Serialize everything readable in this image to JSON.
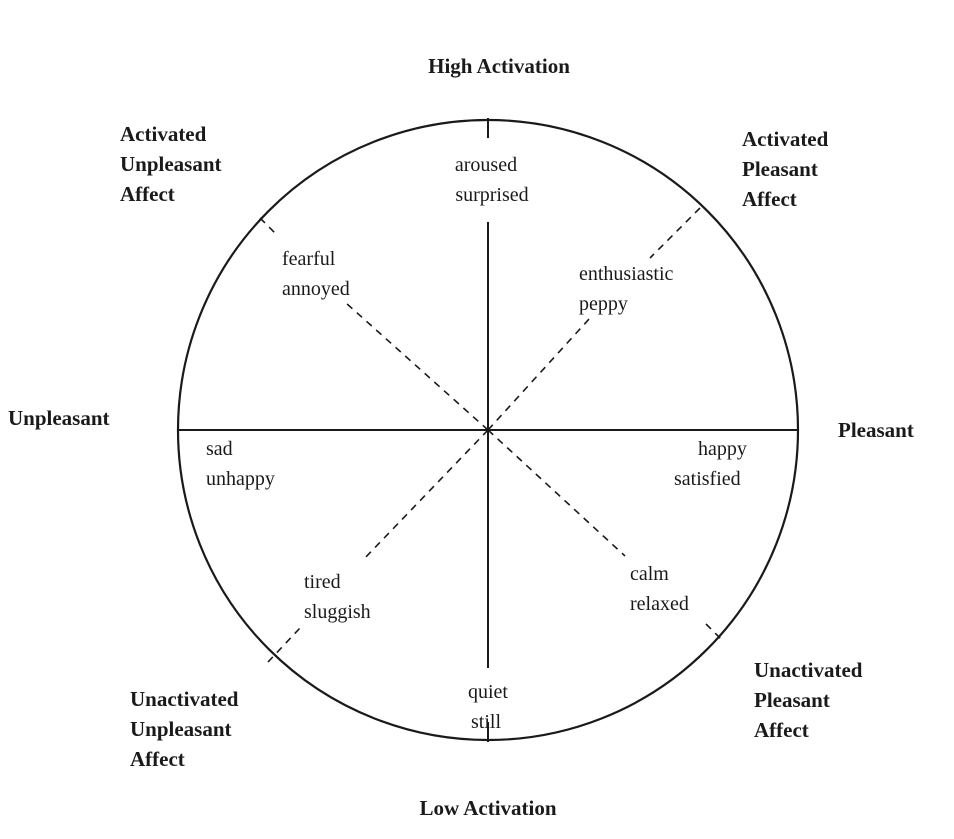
{
  "axes": {
    "top": "High Activation",
    "bottom": "Low Activation",
    "left": "Unpleasant",
    "right": "Pleasant"
  },
  "octants": {
    "activated_unpleasant": [
      "Activated",
      "Unpleasant",
      "Affect"
    ],
    "activated_pleasant": [
      "Activated",
      "Pleasant",
      "Affect"
    ],
    "unactivated_unpleasant": [
      "Unactivated",
      "Unpleasant",
      "Affect"
    ],
    "unactivated_pleasant": [
      "Unactivated",
      "Pleasant",
      "Affect"
    ]
  },
  "affect_terms": {
    "top": [
      "aroused",
      "surprised"
    ],
    "top_left": [
      "fearful",
      "annoyed"
    ],
    "top_right": [
      "enthusiastic",
      "peppy"
    ],
    "left": [
      "sad",
      "unhappy"
    ],
    "right": [
      "happy",
      "satisfied"
    ],
    "bottom_left": [
      "tired",
      "sluggish"
    ],
    "bottom_right": [
      "calm",
      "relaxed"
    ],
    "bottom": [
      "quiet",
      "still"
    ]
  }
}
